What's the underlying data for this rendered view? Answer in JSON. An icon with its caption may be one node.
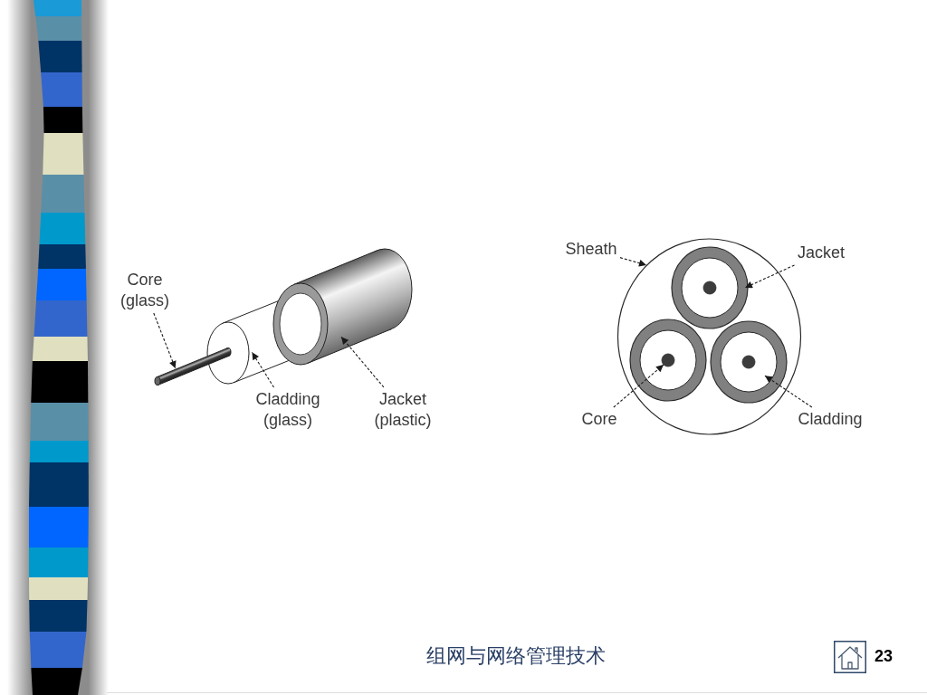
{
  "diagram": {
    "nodes": [
      {
        "text": [
          "Core (glass)"
        ]
      },
      {
        "text": [
          "Cladding (glass)"
        ]
      },
      {
        "text": [
          "Jacket (plastic)"
        ]
      },
      {
        "text": [],
        "shape": "cylinder"
      },
      {
        "text": [],
        "shape": "cylinder"
      },
      {
        "text": [],
        "shape": "cylinder"
      },
      {
        "text": [
          "Sheath"
        ]
      },
      {
        "text": [
          "Jacket"
        ]
      },
      {
        "text": [
          "Core"
        ]
      },
      {
        "text": [
          "Cladding"
        ]
      },
      {
        "text": [],
        "shape": "circle"
      },
      {
        "text": [],
        "shape": "circle",
        "in": 10
      },
      {
        "text": [],
        "shape": "circle",
        "in": 11
      },
      {
        "text": [],
        "shape": "circle",
        "in": 12
      },
      {
        "text": [],
        "shape": "circle",
        "in": 10
      },
      {
        "text": [],
        "shape": "circle",
        "in": 14
      },
      {
        "text": [],
        "shape": "circle",
        "in": 15
      },
      {
        "text": [],
        "shape": "circle",
        "in": 10
      },
      {
        "text": [],
        "shape": "circle",
        "in": 17
      },
      {
        "text": [],
        "shape": "circle",
        "in": 18
      }
    ],
    "edges": [
      {
        "from": 0,
        "to": 3,
        "arrow": "to",
        "style": "dashed"
      },
      {
        "from": 1,
        "to": 4,
        "arrow": "to",
        "style": "dashed"
      },
      {
        "from": 2,
        "to": 5,
        "arrow": "to",
        "style": "dashed"
      },
      {
        "from": 6,
        "to": 10,
        "arrow": "to",
        "style": "dashed"
      },
      {
        "from": 7,
        "to": 11,
        "arrow": "to",
        "style": "dashed"
      },
      {
        "from": 8,
        "to": 16,
        "arrow": "to",
        "style": "dashed"
      },
      {
        "from": 9,
        "to": 18,
        "arrow": "to",
        "style": "dashed"
      }
    ],
    "labels": [
      "组网与网络管理技术",
      "23"
    ]
  }
}
